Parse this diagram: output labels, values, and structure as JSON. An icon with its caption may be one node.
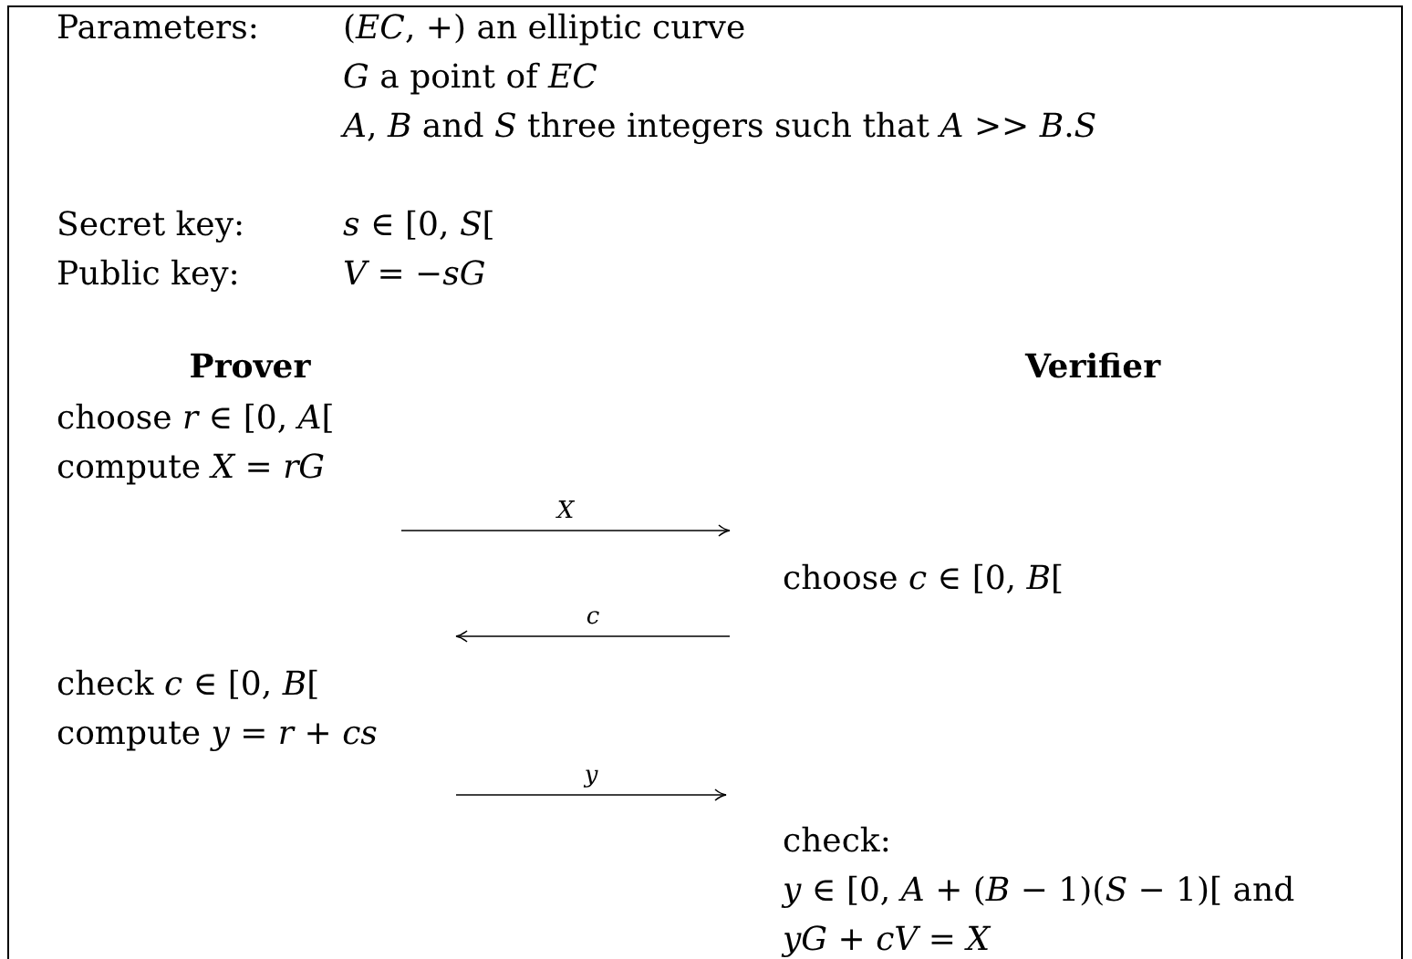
{
  "diagram": {
    "nodes": [
      {
        "text": [
          "choose *r* ∈ [0, *A*[",
          "compute *X* = *rG*"
        ]
      },
      {
        "text": [
          "choose *c* ∈ [0, *B*["
        ]
      },
      {
        "text": [
          "check *c* ∈ [0, *B*[",
          "compute *y* = *r* + *cs*"
        ]
      },
      {
        "text": [
          "check:",
          "*y* ∈ [0, *A* + (*B* − 1)(*S* − 1)[ and",
          "*yG* + *cV* = *X*"
        ]
      }
    ],
    "edges": [
      {
        "from": 0,
        "to": 1,
        "arrow": "to",
        "label": "X"
      },
      {
        "from": 1,
        "to": 2,
        "arrow": "to",
        "label": "c"
      },
      {
        "from": 2,
        "to": 3,
        "arrow": "to",
        "label": "y"
      }
    ],
    "labels": [
      "Parameters:",
      "(*EC*, +) an elliptic curve",
      "*G* a point of *EC*",
      "*A*, *B* and *S* three integers such that *A* >> *B*.*S*",
      "Secret key:",
      "*s* ∈ [0, *S*[",
      "Public key:",
      "*V* = −*sG*",
      "Prover",
      "Verifier"
    ]
  }
}
